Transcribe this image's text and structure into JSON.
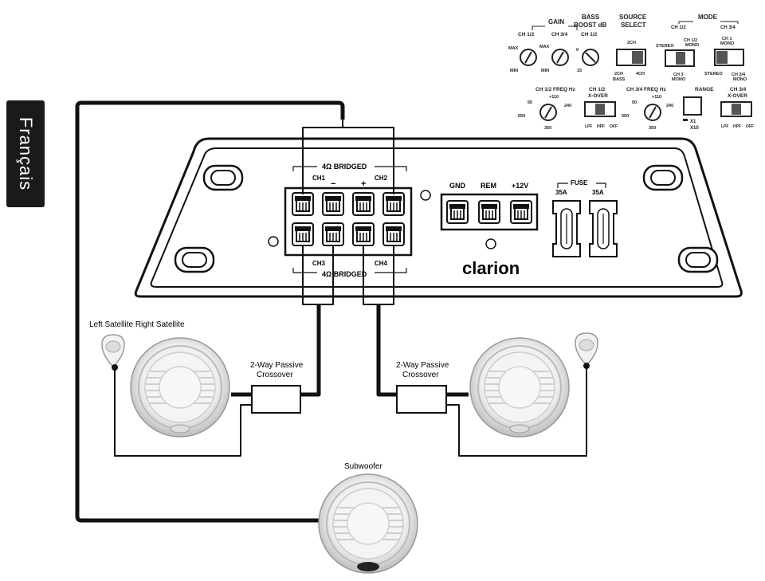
{
  "side_tab": {
    "label": "Français"
  },
  "controls": {
    "gain_label": "GAIN",
    "bass_boost_label_1": "BASS",
    "bass_boost_label_2": "BOOST dB",
    "source_select_1": "SOURCE",
    "source_select_2": "SELECT",
    "mode_label": "MODE",
    "ch12": "CH 1/2",
    "ch34": "CH 3/4",
    "ch12_b": "CH 1/2",
    "max": "MAX",
    "min": "MIN",
    "max2": "MAX",
    "min2": "MIN",
    "boost_0": "0",
    "boost_15": "15",
    "src_2ch": "2CH",
    "src_4ch": "4CH",
    "src_2ch_bass_1": "2CH",
    "src_2ch_bass_2": "BASS",
    "mode_ch12": "CH 1/2",
    "mode_ch34": "CH 3/4",
    "stereo": "STEREO",
    "ch12_mono_1": "CH 1/2",
    "ch12_mono_2": "MONO",
    "ch1_mono_1": "CH 1",
    "ch1_mono_2": "MONO",
    "ch3_mono_1": "CH 3",
    "ch3_mono_2": "MONO",
    "stereo2": "STEREO",
    "ch34_mono_1": "CH 3/4",
    "ch34_mono_2": "MONO",
    "freq12": "CH 1/2 FREQ Hz",
    "f50": "50",
    "f110": "+110",
    "f240": "240",
    "f550": "550",
    "f350": "350",
    "xover12_1": "CH 1/2",
    "xover12_2": "X-OVER",
    "lpf": "LPF",
    "hpf": "HPF",
    "off": "OFF",
    "freq34": "CH 3/4 FREQ Hz",
    "range": "RANGE",
    "g50": "50",
    "g110": "+110",
    "g240": "240",
    "g550": "550",
    "g350": "350",
    "x1": "X1",
    "x10": "X10",
    "xover34_1": "CH 3/4",
    "xover34_2": "X-OVER",
    "lpf2": "LPF",
    "hpf2": "HPF",
    "off2": "OFF"
  },
  "amp": {
    "bridged_top": "4Ω BRIDGED",
    "bridged_bottom": "4Ω BRIDGED",
    "ch1": "CH1",
    "ch2": "CH2",
    "ch3": "CH3",
    "ch4": "CH4",
    "minus": "−",
    "plus": "+",
    "gnd": "GND",
    "rem": "REM",
    "v12": "+12V",
    "fuse": "FUSE",
    "fuse_a": "35A",
    "fuse_b": "35A",
    "brand": "clarion"
  },
  "labels": {
    "satellites": "Left Satellite Right Satellite",
    "crossover_left_1": "2-Way Passive",
    "crossover_left_2": "Crossover",
    "crossover_right_1": "2-Way Passive",
    "crossover_right_2": "Crossover",
    "subwoofer": "Subwoofer"
  }
}
